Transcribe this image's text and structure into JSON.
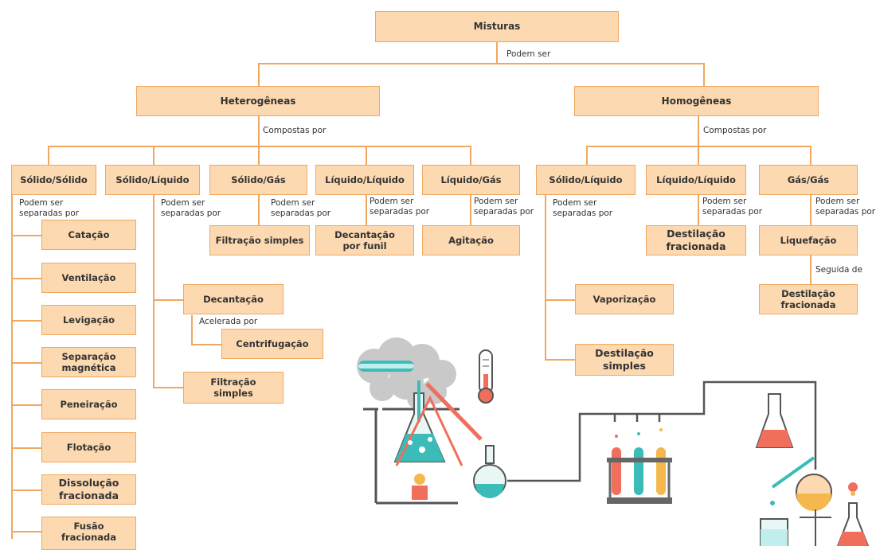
{
  "root": "Misturas",
  "root_link": "Podem ser",
  "branches": {
    "heterogeneas": "Heterogêneas",
    "homogeneas": "Homogêneas",
    "link_left": "Compostas por",
    "link_right": "Compostas por"
  },
  "categories": [
    "Sólido/Sólido",
    "Sólido/Líquido",
    "Sólido/Gás",
    "Líquido/Líquido",
    "Líquido/Gás",
    "Sólido/Líquido",
    "Líquido/Líquido",
    "Gás/Gás"
  ],
  "separation_label": [
    "Podem ser",
    "separadas por"
  ],
  "solido_solido_methods": [
    "Catação",
    "Ventilação",
    "Levigação",
    "Separação magnética",
    "Peneiração",
    "Flotação",
    "Dissolução fracionada",
    "Fusão fracionada"
  ],
  "solido_liquido_methods": {
    "decantacao": "Decantação",
    "acelerada": "Acelerada por",
    "centrifugacao": "Centrifugação",
    "filtracao": "Filtração simples"
  },
  "solido_gas_method": "Filtração simples",
  "liquido_liquido_method": "Decantação por funil",
  "liquido_gas_method": "Agitação",
  "homo_solido_liquido_methods": [
    "Vaporização",
    "Destilação simples"
  ],
  "homo_liquido_liquido_method": "Destilação fracionada",
  "gas_gas": {
    "first": "Liquefação",
    "link": "Seguida de",
    "second": "Destilação fracionada"
  },
  "colors": {
    "box_fill": "#fcd9b0",
    "box_border": "#f0a860",
    "line": "#f0a860",
    "teal": "#3bbcb8",
    "coral": "#ef6f5c",
    "yellow": "#f5b84e",
    "grey": "#888888"
  }
}
